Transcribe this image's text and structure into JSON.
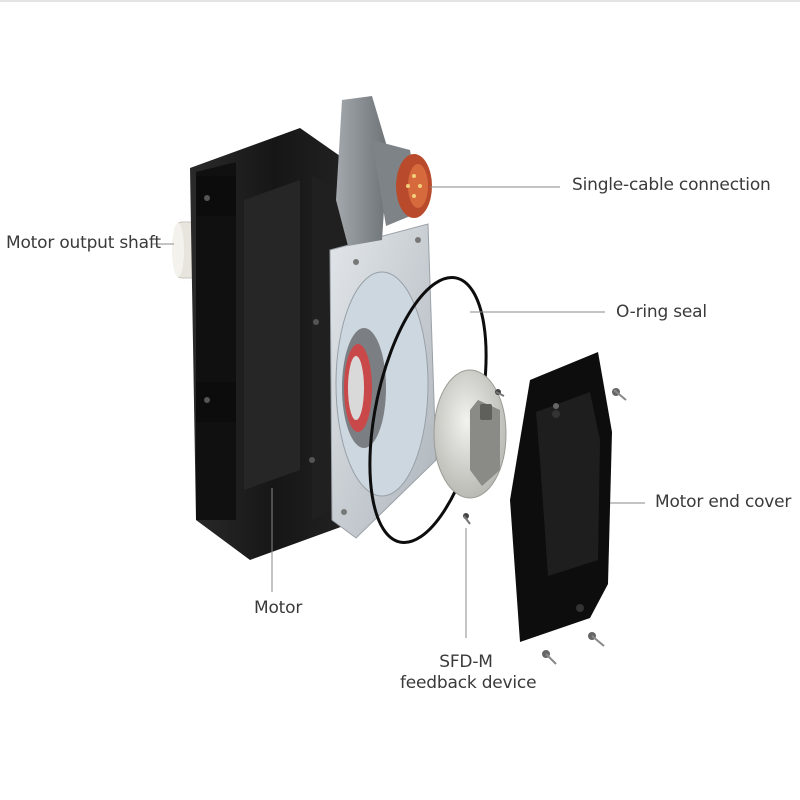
{
  "labels": {
    "single_cable": "Single-cable connection",
    "motor_output_shaft": "Motor output shaft",
    "o_ring_seal": "O-ring seal",
    "motor_end_cover": "Motor end cover",
    "motor": "Motor",
    "sfd_line1": "SFD-M",
    "sfd_line2": "feedback device"
  },
  "colors": {
    "motor_body": "#1c1c1c",
    "flange": "#c9ced3",
    "connector": "#8e9398",
    "connector_pins": "#c04a2a",
    "seal": "#101010",
    "leader": "#8a8a8a"
  }
}
